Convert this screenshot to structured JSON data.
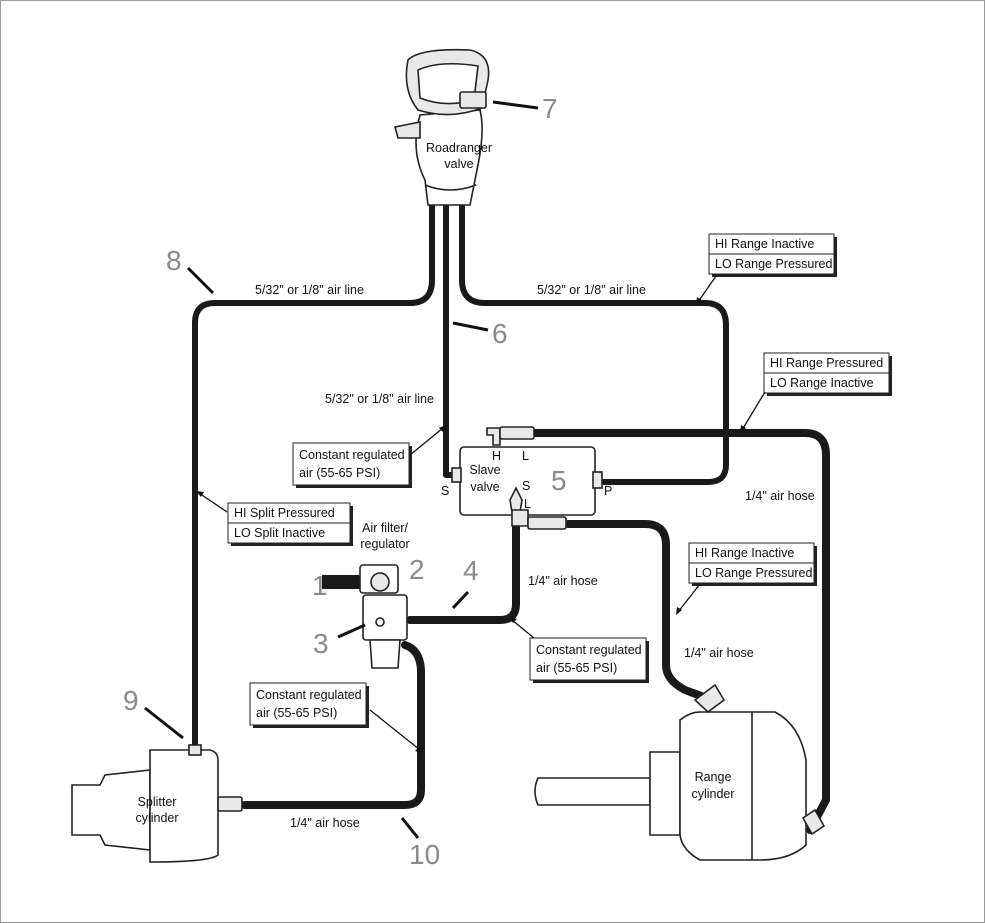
{
  "labels": {
    "roadranger_valve": [
      "Roadranger",
      "valve"
    ],
    "airline_left": "5/32\" or 1/8\" air line",
    "airline_right": "5/32\" or 1/8\" air line",
    "airline_center": "5/32\" or 1/8\" air line",
    "slave_valve": [
      "Slave",
      "valve"
    ],
    "port_s_left": "S",
    "port_h": "H",
    "port_l_top": "L",
    "port_s_bottom": "S",
    "port_l_bottom": "L",
    "port_p": "P",
    "air_filter": [
      "Air filter/",
      "regulator"
    ],
    "hose_right": "1/4\" air hose",
    "hose_center": "1/4\" air hose",
    "hose_range": "1/4\" air hose",
    "hose_bottom": "1/4\" air hose",
    "range_cylinder": [
      "Range",
      "cylinder"
    ],
    "splitter_cylinder": [
      "Splitter",
      "cylinder"
    ]
  },
  "callout_boxes": {
    "top_right": [
      "HI Range  Inactive",
      "LO Range Pressured"
    ],
    "mid_right": [
      "HI Range  Pressured",
      "LO Range  Inactive"
    ],
    "lower_right": [
      "HI Range  Inactive",
      "LO Range Pressured"
    ],
    "split": [
      "HI Split   Pressured",
      "LO Split   Inactive"
    ],
    "const_top": [
      "Constant regulated",
      "air (55-65 PSI)"
    ],
    "const_mid": [
      "Constant regulated",
      "air (55-65 PSI)"
    ],
    "const_left": [
      "Constant regulated",
      "air (55-65 PSI)"
    ]
  },
  "numbers": {
    "n1": "1",
    "n2": "2",
    "n3": "3",
    "n4": "4",
    "n5": "5",
    "n6": "6",
    "n7": "7",
    "n8": "8",
    "n9": "9",
    "n10": "10"
  }
}
